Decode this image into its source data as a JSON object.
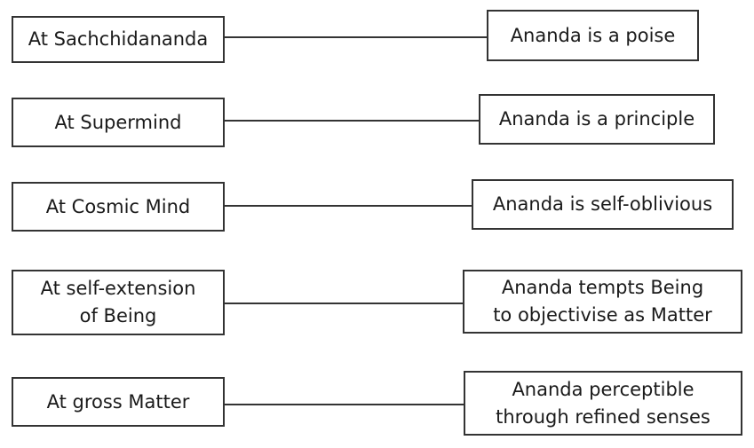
{
  "rows": [
    {
      "level": "At Sachchidananda",
      "ananda": "Ananda is a poise"
    },
    {
      "level": "At Supermind",
      "ananda": "Ananda is a principle"
    },
    {
      "level": "At Cosmic Mind",
      "ananda": "Ananda is self-oblivious"
    },
    {
      "level": "At  self-extension\nof Being",
      "ananda": "Ananda tempts Being\nto objectivise as Matter"
    },
    {
      "level": "At gross Matter",
      "ananda": "Ananda perceptible\nthrough refined senses"
    }
  ]
}
